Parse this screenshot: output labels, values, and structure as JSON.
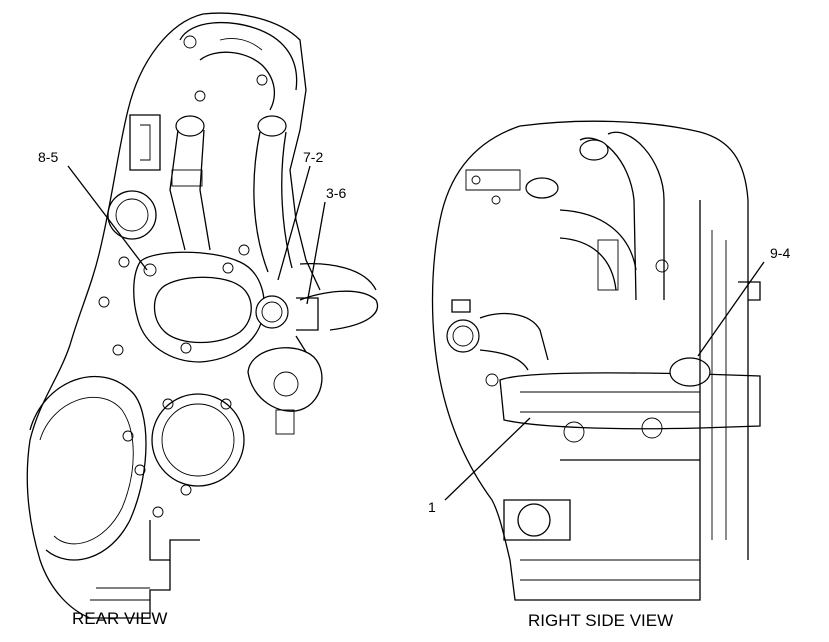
{
  "views": {
    "rear": {
      "caption": "REAR VIEW",
      "callouts": [
        "8-5",
        "7-2",
        "3-6"
      ]
    },
    "right_side": {
      "caption": "RIGHT SIDE VIEW",
      "callouts": [
        "9-4",
        "1"
      ]
    }
  }
}
